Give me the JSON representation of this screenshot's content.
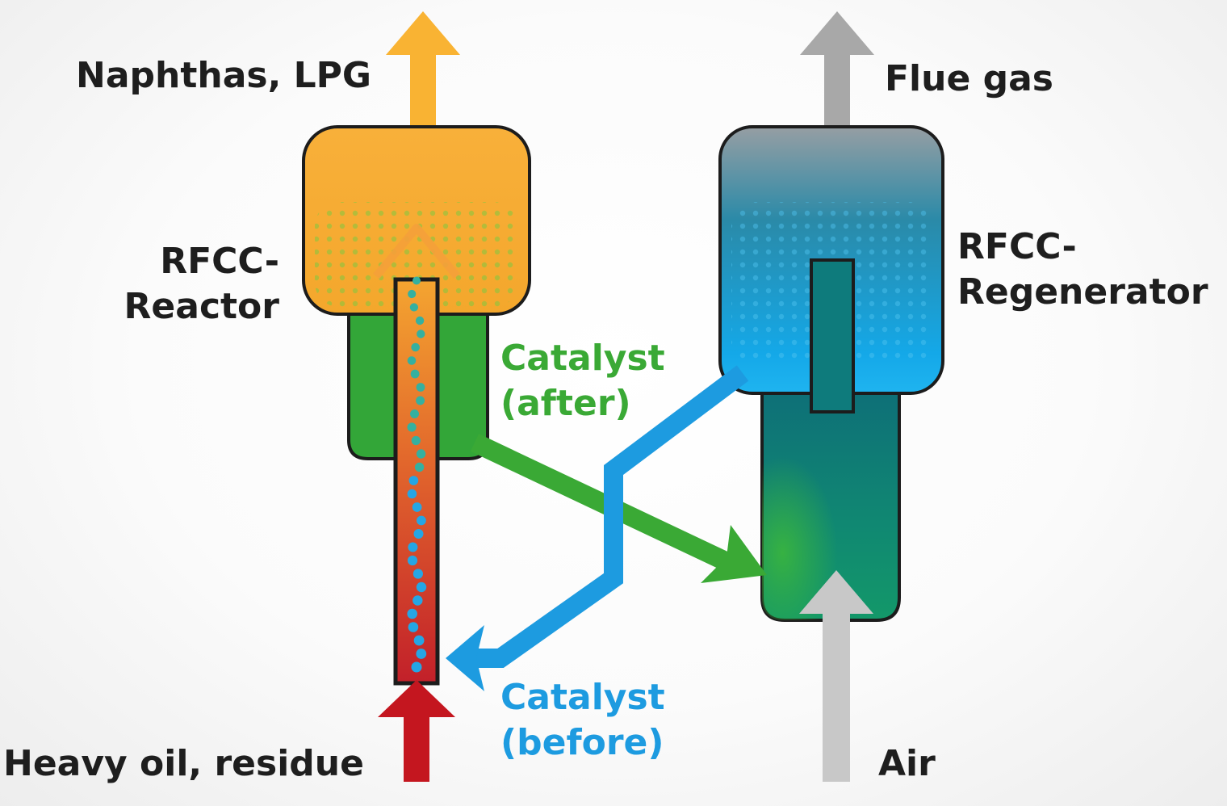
{
  "colors": {
    "reactor_top": "#f7ac33",
    "reactor_bottom": "#33a638",
    "regenerator_top": "#8c959b",
    "regenerator_mid": "#1aa6e6",
    "regenerator_bottom": "#0f7d6e",
    "catalyst_after": "#3aa935",
    "catalyst_before": "#1d9be0",
    "feed": "#c4161f",
    "flue_gas": "#a6a6a6",
    "air": "#c8c8c8",
    "naphthas": "#f9b333"
  },
  "labels": {
    "naphthas": "Naphthas, LPG",
    "flue_gas": "Flue gas",
    "reactor": [
      "RFCC-",
      "Reactor"
    ],
    "regenerator": [
      "RFCC-",
      "Regenerator"
    ],
    "catalyst_after": [
      "Catalyst",
      "(after)"
    ],
    "catalyst_before": [
      "Catalyst",
      "(before)"
    ],
    "feed": "Heavy oil, residue",
    "air": "Air"
  }
}
